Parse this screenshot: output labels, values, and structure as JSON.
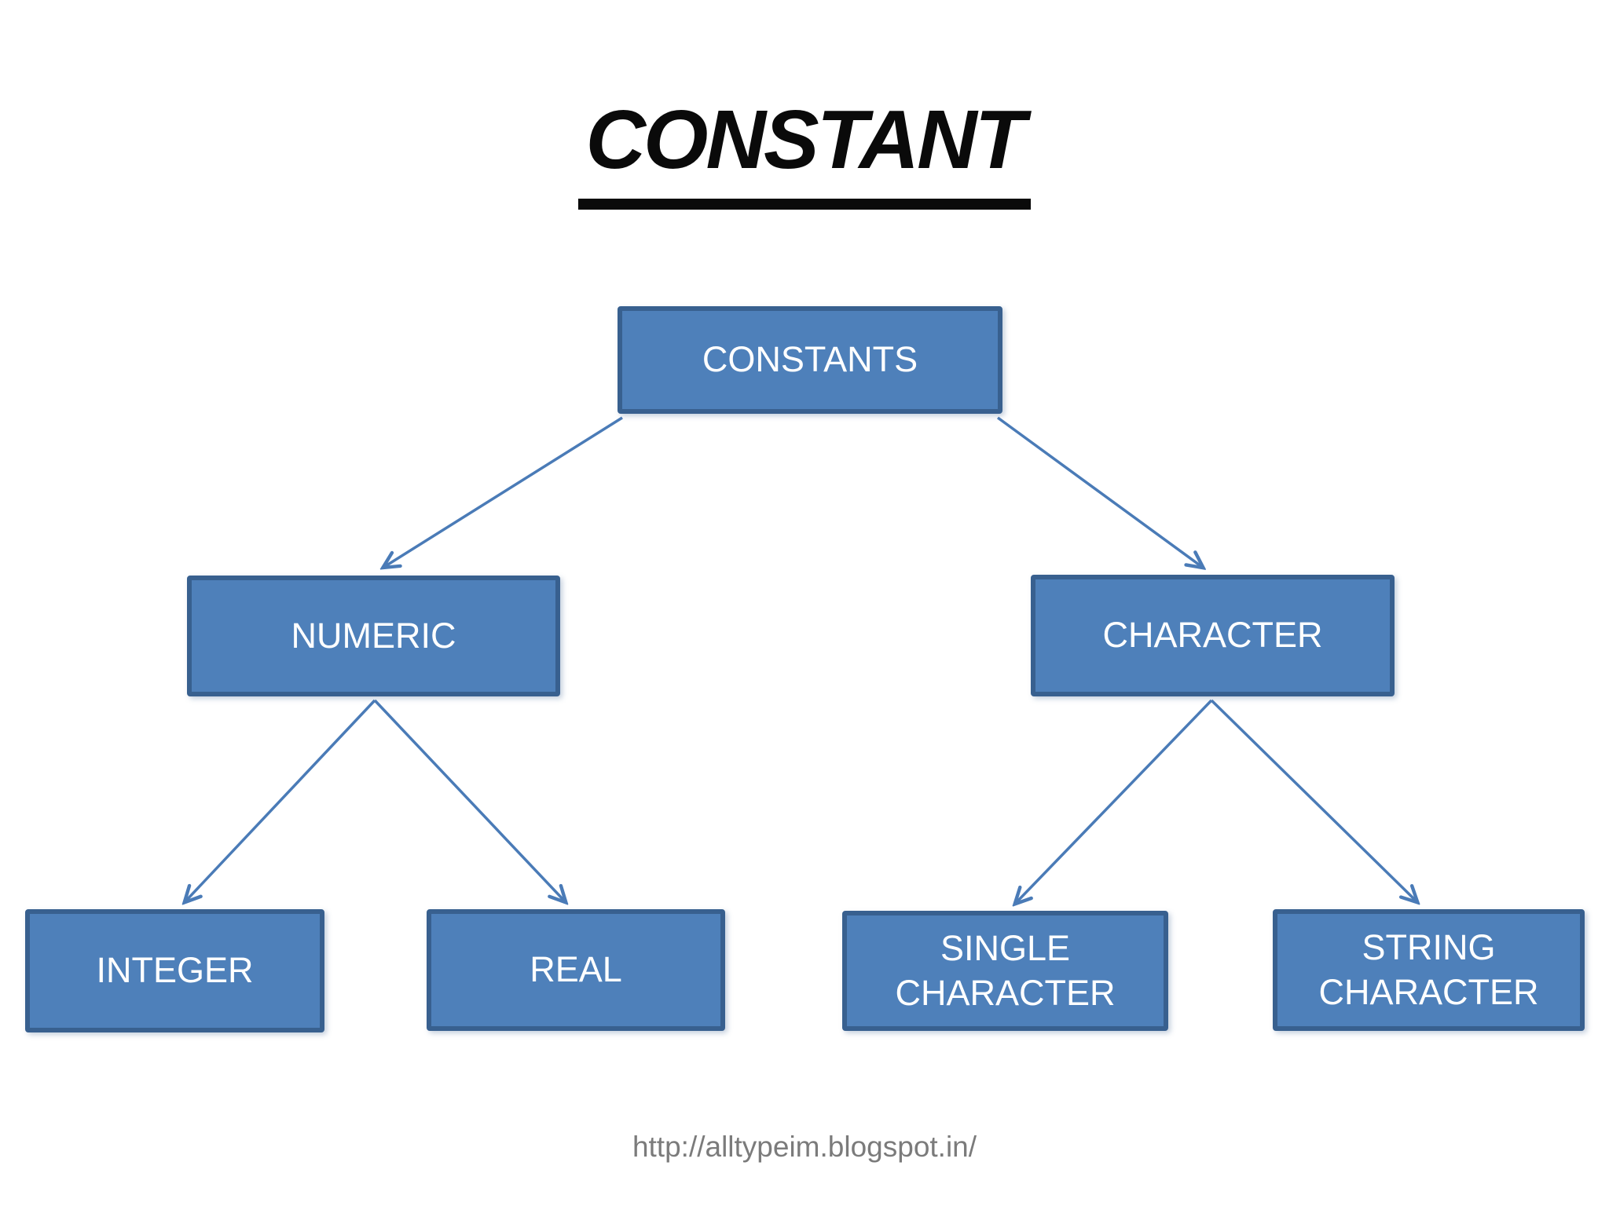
{
  "page": {
    "title": "CONSTANT",
    "footer_url": "http://alltypeim.blogspot.in/"
  },
  "colors": {
    "background": "#ffffff",
    "node_fill": "#4e80ba",
    "node_border": "#38608f",
    "node_text": "#ffffff",
    "connector": "#4a7bb7",
    "title_text": "#0a0a0a",
    "footer_text": "#7b7b7b"
  },
  "diagram": {
    "nodes": {
      "constants": {
        "label": "CONSTANTS"
      },
      "numeric": {
        "label": "NUMERIC"
      },
      "character": {
        "label": "CHARACTER"
      },
      "integer": {
        "label": "INTEGER"
      },
      "real": {
        "label": "REAL"
      },
      "single_character": {
        "label": "SINGLE CHARACTER"
      },
      "string_character": {
        "label": "STRING CHARACTER"
      }
    },
    "edges": [
      {
        "from": "constants",
        "to": "numeric"
      },
      {
        "from": "constants",
        "to": "character"
      },
      {
        "from": "numeric",
        "to": "integer"
      },
      {
        "from": "numeric",
        "to": "real"
      },
      {
        "from": "character",
        "to": "single_character"
      },
      {
        "from": "character",
        "to": "string_character"
      }
    ]
  }
}
